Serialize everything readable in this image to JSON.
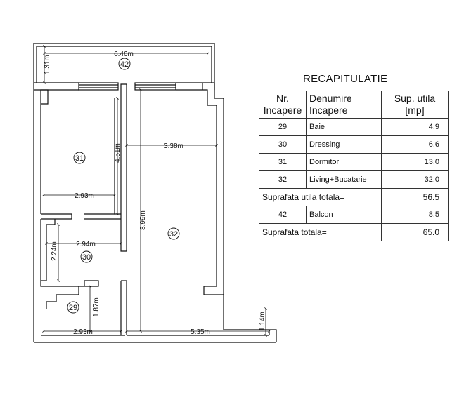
{
  "plan": {
    "rooms": [
      {
        "nr": "42"
      },
      {
        "nr": "31"
      },
      {
        "nr": "30"
      },
      {
        "nr": "29"
      },
      {
        "nr": "32"
      }
    ],
    "dimensions": {
      "balcony_width": "6.46m",
      "balcony_depth": "1.31m",
      "living_width": "3.38m",
      "bedroom_height": "4.51m",
      "bedroom_width": "2.93m",
      "dressing_width": "2.94m",
      "dressing_height": "2.24m",
      "living_height": "8.99m",
      "bath_height": "1.87m",
      "bath_width": "2.93m",
      "bottom_width": "5.35m",
      "step_height": "1.14m"
    }
  },
  "recap": {
    "title": "RECAPITULATIE",
    "headers": {
      "nr": "Nr. Incapere",
      "name": "Denumire Incapere",
      "area": "Sup. utila [mp]"
    },
    "rows": [
      {
        "nr": "29",
        "name": "Baie",
        "area": "4.9"
      },
      {
        "nr": "30",
        "name": "Dressing",
        "area": "6.6"
      },
      {
        "nr": "31",
        "name": "Dormitor",
        "area": "13.0"
      },
      {
        "nr": "32",
        "name": "Living+Bucatarie",
        "area": "32.0"
      }
    ],
    "usable_total": {
      "label": "Suprafata utila totala=",
      "value": "56.5"
    },
    "balcony_row": {
      "nr": "42",
      "name": "Balcon",
      "area": "8.5"
    },
    "grand_total": {
      "label": "Suprafata totala=",
      "value": "65.0"
    }
  }
}
